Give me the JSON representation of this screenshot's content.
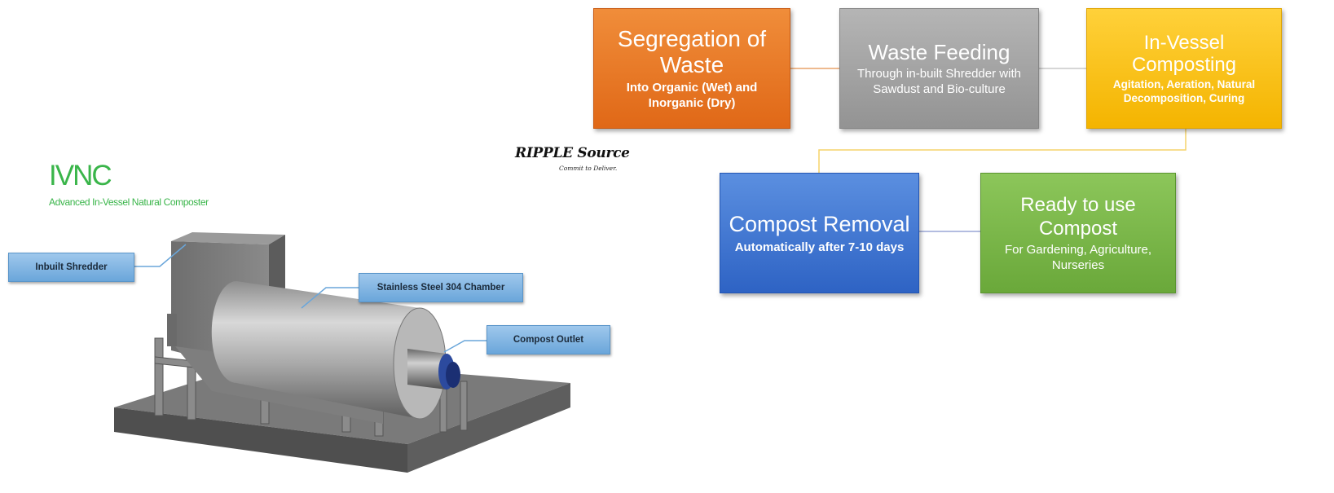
{
  "product": {
    "title": "IVNC",
    "subtitle": "Advanced In-Vessel Natural Composter"
  },
  "logo": {
    "name": "RIPPLE Source",
    "tagline": "Commit to Deliver."
  },
  "machine": {
    "callouts": [
      "Inbuilt Shredder",
      "Stainless Steel 304 Chamber",
      "Compost Outlet"
    ]
  },
  "process": {
    "steps": [
      {
        "title": "Segregation of Waste",
        "detail": "Into Organic (Wet) and Inorganic (Dry)",
        "color": "#e8731f"
      },
      {
        "title": "Waste Feeding",
        "detail": "Through in-built Shredder with Sawdust and Bio-culture",
        "color": "#a6a6a6"
      },
      {
        "title": "In-Vessel Composting",
        "detail": "Agitation, Aeration, Natural Decomposition, Curing",
        "color": "#f9c300"
      },
      {
        "title": "Compost Removal",
        "detail": "Automatically after 7-10 days",
        "color": "#3f74d2"
      },
      {
        "title": "Ready to use Compost",
        "detail": "For Gardening, Agriculture, Nurseries",
        "color": "#78b545"
      }
    ]
  }
}
